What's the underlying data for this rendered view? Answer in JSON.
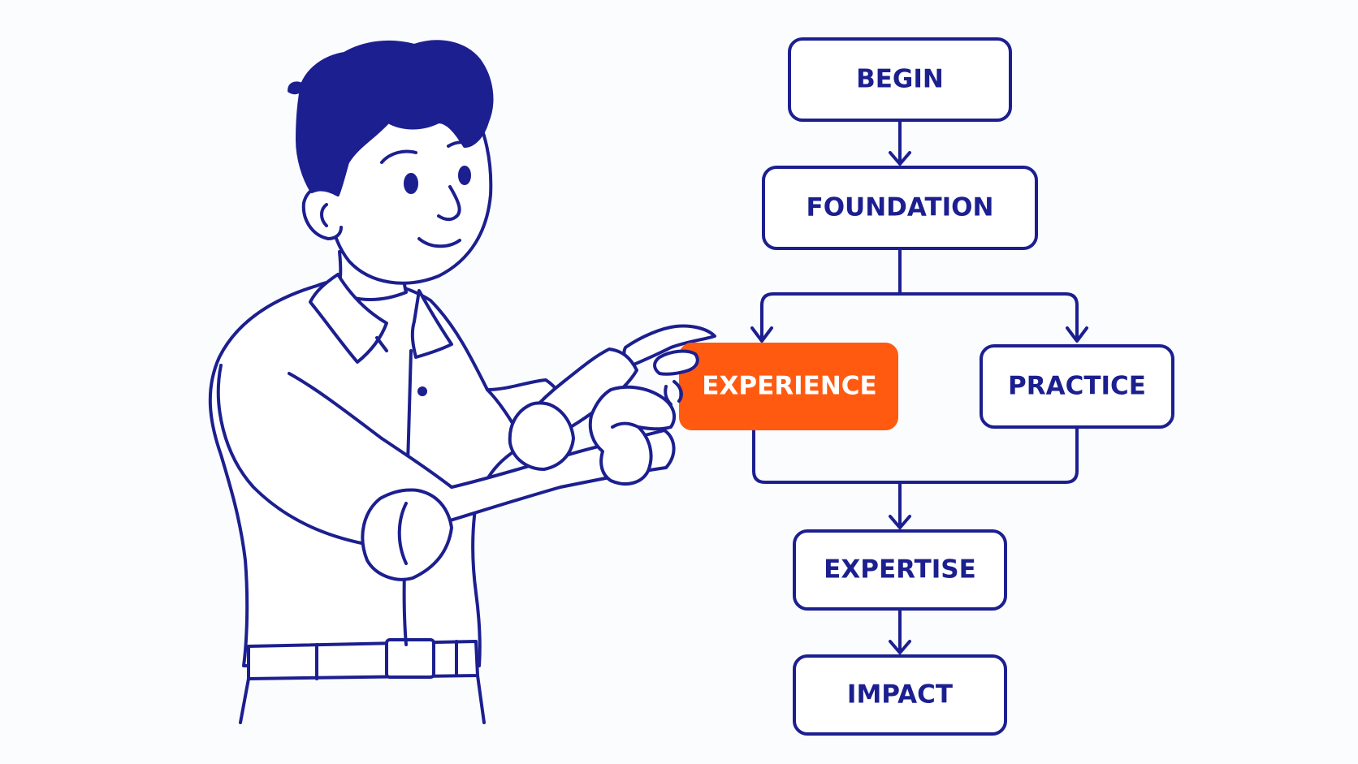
{
  "diagram": {
    "nodes": [
      {
        "id": "begin",
        "label": "BEGIN",
        "highlighted": false
      },
      {
        "id": "foundation",
        "label": "FOUNDATION",
        "highlighted": false
      },
      {
        "id": "experience",
        "label": "EXPERIENCE",
        "highlighted": true
      },
      {
        "id": "practice",
        "label": "PRACTICE",
        "highlighted": false
      },
      {
        "id": "expertise",
        "label": "EXPERTISE",
        "highlighted": false
      },
      {
        "id": "impact",
        "label": "IMPACT",
        "highlighted": false
      }
    ],
    "edges": [
      {
        "from": "begin",
        "to": "foundation"
      },
      {
        "from": "foundation",
        "to": "experience"
      },
      {
        "from": "foundation",
        "to": "practice"
      },
      {
        "from": "experience",
        "to": "expertise"
      },
      {
        "from": "practice",
        "to": "expertise"
      },
      {
        "from": "expertise",
        "to": "impact"
      }
    ]
  },
  "colors": {
    "ink": "#1c1f8f",
    "accent": "#ff5a10",
    "background": "#fbfcfe"
  }
}
